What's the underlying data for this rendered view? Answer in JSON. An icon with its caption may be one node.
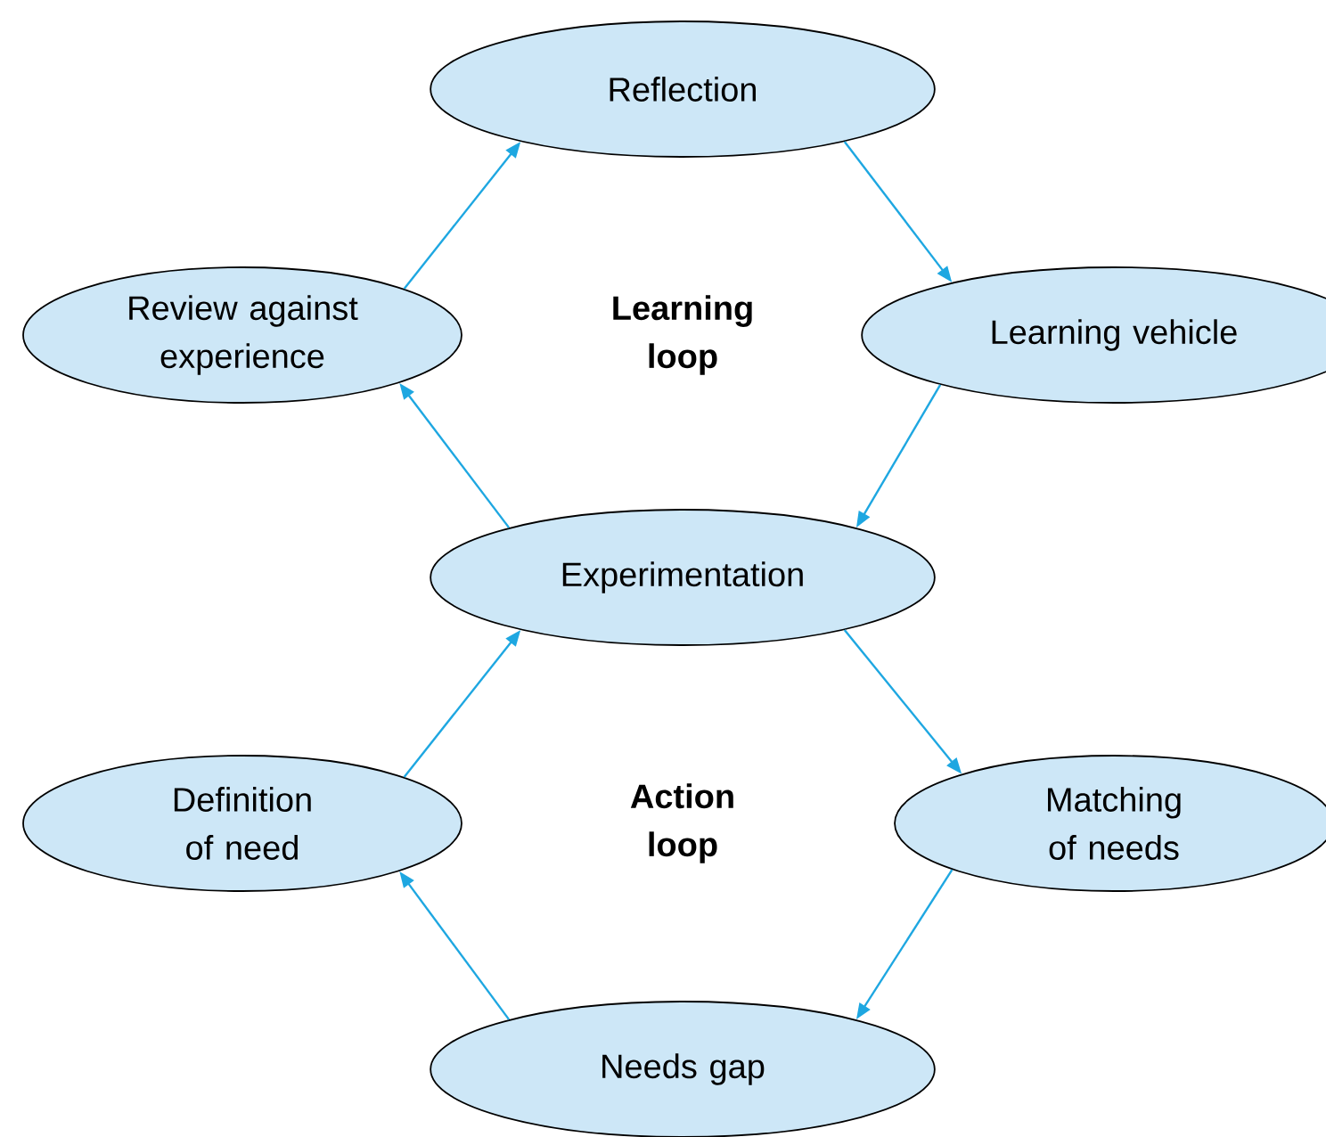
{
  "diagram": {
    "nodes": [
      {
        "text": [
          "Reflection"
        ]
      },
      {
        "text": [
          "Learning vehicle"
        ]
      },
      {
        "text": [
          "Review against experience"
        ]
      },
      {
        "text": [
          "Experimentation"
        ]
      },
      {
        "text": [
          "Definition of need"
        ]
      },
      {
        "text": [
          "Matching of needs"
        ]
      },
      {
        "text": [
          "Needs gap"
        ]
      }
    ],
    "edges": [
      {
        "from": 2,
        "to": 0,
        "arrow": "to"
      },
      {
        "from": 0,
        "to": 1,
        "arrow": "to"
      },
      {
        "from": 1,
        "to": 3,
        "arrow": "to"
      },
      {
        "from": 3,
        "to": 2,
        "arrow": "to"
      },
      {
        "from": 4,
        "to": 3,
        "arrow": "to"
      },
      {
        "from": 3,
        "to": 5,
        "arrow": "to"
      },
      {
        "from": 5,
        "to": 6,
        "arrow": "to"
      },
      {
        "from": 6,
        "to": 4,
        "arrow": "to"
      }
    ],
    "labels": [
      "Learning loop",
      "Action loop"
    ]
  }
}
